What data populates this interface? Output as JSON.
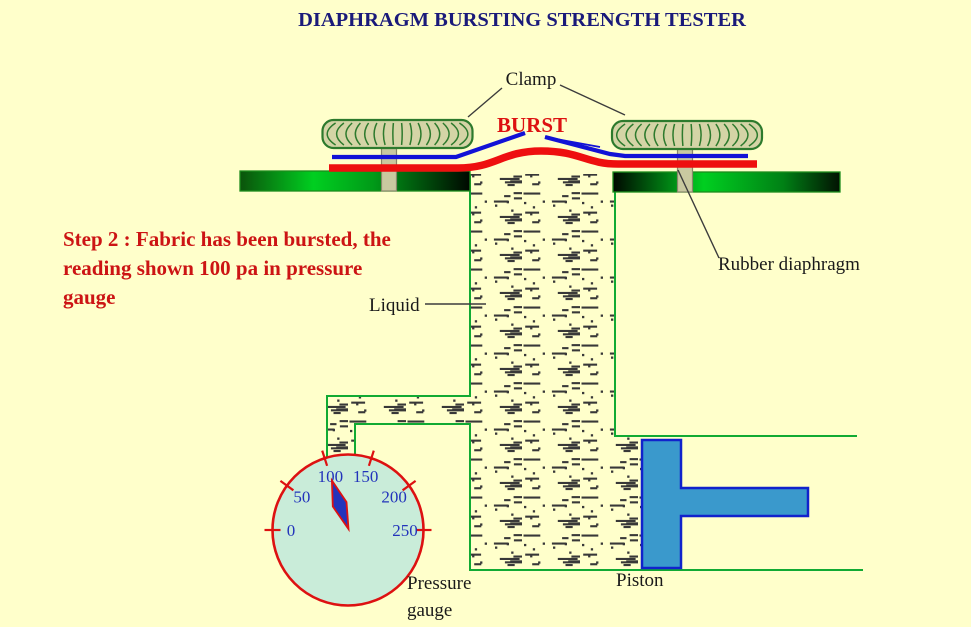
{
  "title": "DIAPHRAGM BURSTING STRENGTH TESTER",
  "note": {
    "line1": "Step 2 : Fabric has been bursted, the",
    "line2": "reading shown 100 pa in pressure",
    "line3": "gauge"
  },
  "labels": {
    "clamp": "Clamp",
    "burst": "BURST",
    "rubber_diaphragm": "Rubber diaphragm",
    "liquid": "Liquid",
    "pressure_gauge_line1": "Pressure",
    "pressure_gauge_line2": "gauge",
    "piston": "Piston"
  },
  "gauge": {
    "scale": [
      "0",
      "50",
      "100",
      "150",
      "200",
      "250"
    ],
    "reading": 100,
    "unit": "pa",
    "sweep_start_deg": 180,
    "sweep_end_deg": 0
  },
  "colors": {
    "background": "#FFFFCB",
    "title_text": "#1a1a7a",
    "note_text": "#cc1414",
    "fabric_blue": "#1212d6",
    "diaphragm_red": "#ee0f0f",
    "plate_bright_green": "#00cf20",
    "plate_dark_green": "#000800",
    "vessel_line_green": "#11aa33",
    "clamp_fill": "#d4d4a6",
    "clamp_border": "#2d7a2d",
    "post_fill": "#c9c9a0",
    "gauge_fill": "#c9ecd9",
    "gauge_border": "#dd1111",
    "gauge_number_blue": "#2233bb",
    "needle_fill": "#2233bb",
    "piston_fill": "#3a99cc",
    "piston_border": "#1122cc",
    "liquid_ink": "#383838",
    "label_text": "#1a1a1a"
  }
}
